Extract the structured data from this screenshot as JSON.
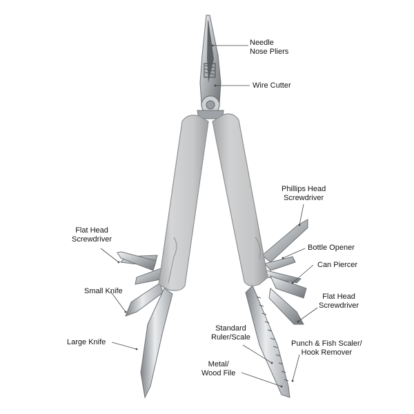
{
  "labels": {
    "needle_nose_pliers": [
      "Needle",
      "Nose Pliers"
    ],
    "wire_cutter": [
      "Wire Cutter"
    ],
    "phillips_head_screwdriver": [
      "Phillips Head",
      "Screwdriver"
    ],
    "bottle_opener": [
      "Bottle Opener"
    ],
    "can_piercer": [
      "Can Piercer"
    ],
    "flat_head_screwdriver_right": [
      "Flat Head",
      "Screwdriver"
    ],
    "flat_head_screwdriver_left": [
      "Flat Head",
      "Screwdriver"
    ],
    "small_knife": [
      "Small Knife"
    ],
    "large_knife": [
      "Large Knife"
    ],
    "standard_ruler_scale": [
      "Standard",
      "Ruler/Scale"
    ],
    "metal_wood_file": [
      "Metal/",
      "Wood File"
    ],
    "punch_fish_scaler_hook_remover": [
      "Punch & Fish Scaler/",
      "Hook Remover"
    ]
  },
  "colors": {
    "handle": "#c8c9ca",
    "handle_edge": "#9ea0a2",
    "steel": "#b8bbbe",
    "steel_dark": "#7d8185",
    "steel_light": "#eef0f2",
    "leader": "#444444"
  }
}
